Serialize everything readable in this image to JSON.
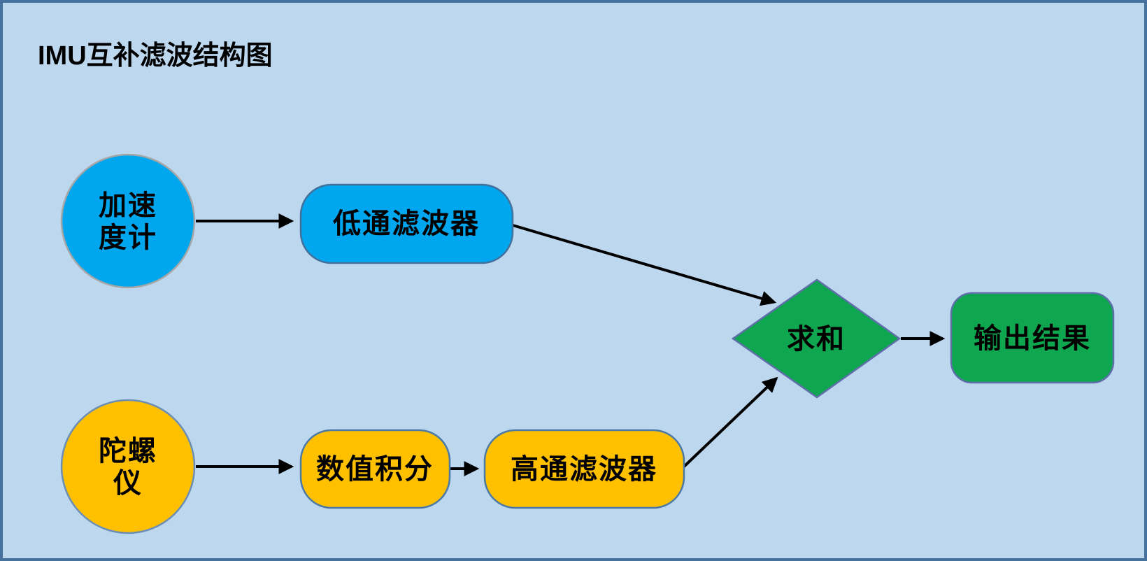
{
  "diagram": {
    "title": "IMU互补滤波结构图",
    "colors": {
      "background": "#BDD7EE",
      "frame_border": "#44719E",
      "arrow": "#000000",
      "blue_fill": "#00A7EE",
      "yellow_fill": "#FFC000",
      "green_fill": "#0FA650",
      "accel_circle_stroke": "#A6A6A6",
      "gyro_circle_stroke": "#6B8EB5",
      "blue_box_stroke": "#41719C",
      "yellow_box_stroke": "#4B7AA6",
      "green_shape_stroke": "#5E6EA8"
    },
    "nodes": {
      "accelerometer": {
        "shape": "circle",
        "label": "加速度计",
        "label_line1": "加速",
        "label_line2": "度计",
        "fill": "#00A7EE"
      },
      "low_pass_filter": {
        "shape": "rounded-rect",
        "label": "低通滤波器",
        "fill": "#00A7EE"
      },
      "gyroscope": {
        "shape": "circle",
        "label": "陀螺仪",
        "label_line1": "陀螺",
        "label_line2": "仪",
        "fill": "#FFC000"
      },
      "numerical_integration": {
        "shape": "rounded-rect",
        "label": "数值积分",
        "fill": "#FFC000"
      },
      "high_pass_filter": {
        "shape": "rounded-rect",
        "label": "高通滤波器",
        "fill": "#FFC000"
      },
      "sum": {
        "shape": "diamond",
        "label": "求和",
        "fill": "#0FA650"
      },
      "output": {
        "shape": "rounded-rect",
        "label": "输出结果",
        "fill": "#0FA650"
      }
    },
    "edges": [
      {
        "from": "accelerometer",
        "to": "low_pass_filter"
      },
      {
        "from": "low_pass_filter",
        "to": "sum"
      },
      {
        "from": "gyroscope",
        "to": "numerical_integration"
      },
      {
        "from": "numerical_integration",
        "to": "high_pass_filter"
      },
      {
        "from": "high_pass_filter",
        "to": "sum"
      },
      {
        "from": "sum",
        "to": "output"
      }
    ]
  }
}
